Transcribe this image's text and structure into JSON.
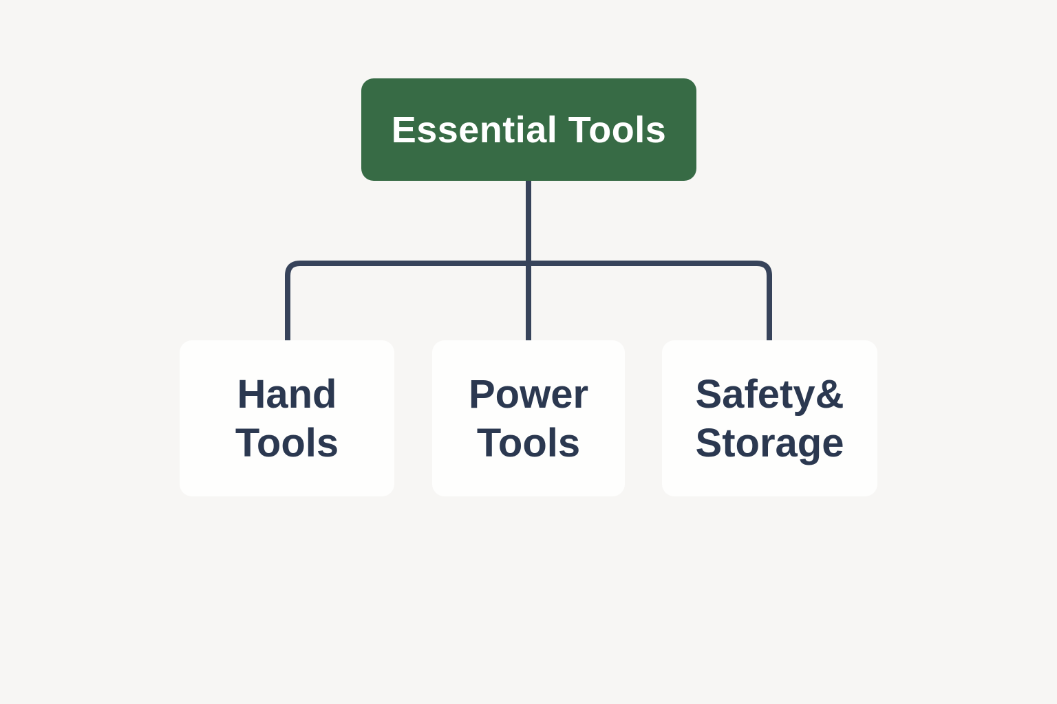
{
  "diagram": {
    "root": {
      "label": "Essential Tools",
      "color": "#376b45"
    },
    "children": [
      {
        "id": "hand",
        "label": "Hand\nTools"
      },
      {
        "id": "power",
        "label": "Power\nTools"
      },
      {
        "id": "safety",
        "label": "Safety&\nStorage"
      }
    ],
    "colors": {
      "connector": "#37435a",
      "child_text": "#2b3850",
      "child_background": "#fefefd",
      "page_background": "#f7f6f4"
    }
  }
}
